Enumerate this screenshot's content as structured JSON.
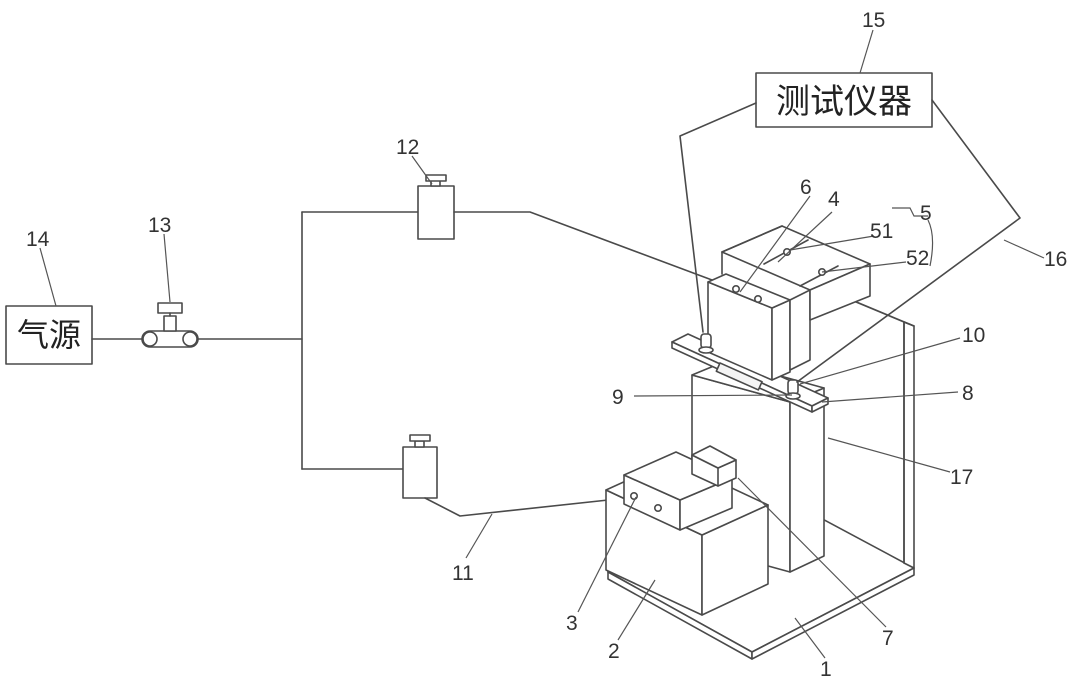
{
  "diagram": {
    "boxes": {
      "air_source": "气源",
      "test_instrument": "测试仪器"
    },
    "callouts": [
      "1",
      "2",
      "3",
      "4",
      "5",
      "51",
      "52",
      "6",
      "7",
      "8",
      "9",
      "10",
      "11",
      "12",
      "13",
      "14",
      "15",
      "16",
      "17"
    ]
  }
}
